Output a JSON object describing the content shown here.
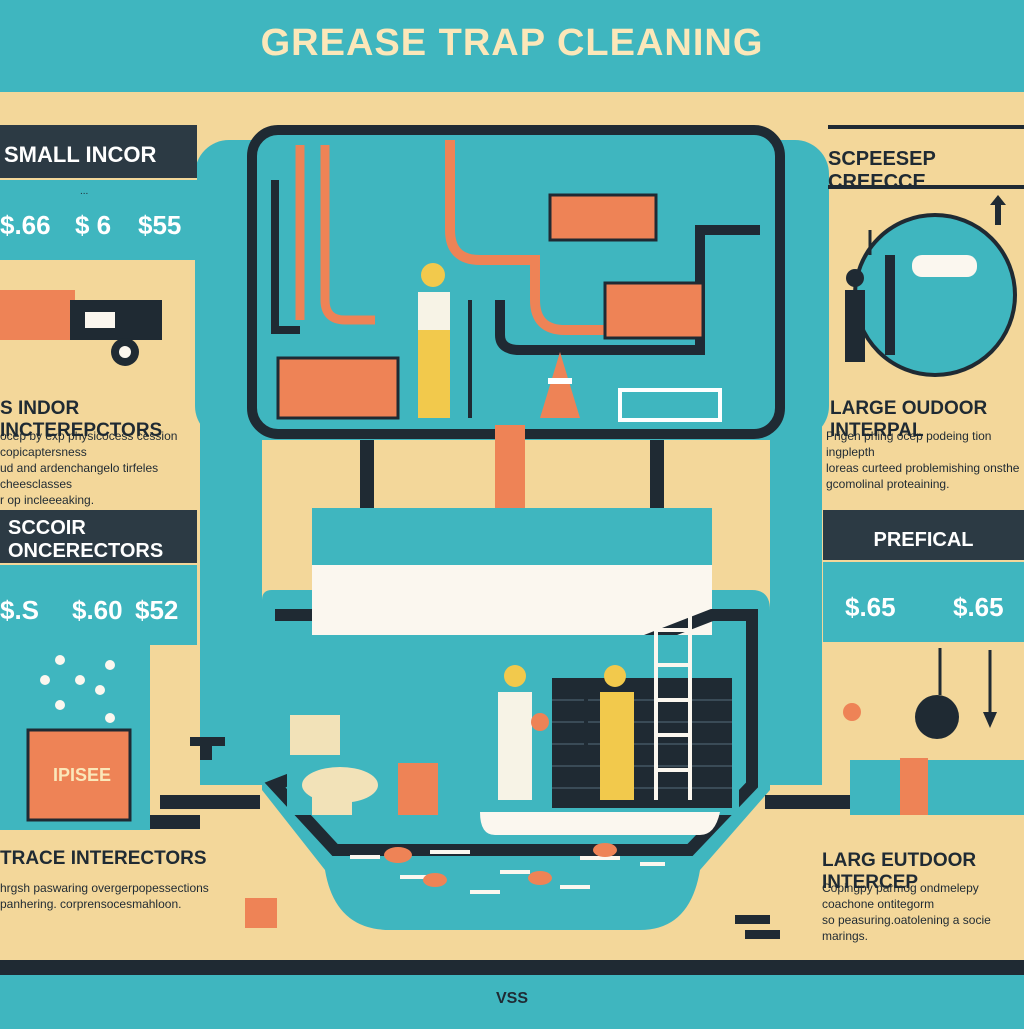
{
  "title": "GREASE TRAP CLEANING",
  "footer": "VSS",
  "left_top_card": {
    "header": "SMALL INCOR",
    "col1_caption": "...",
    "col2_caption": "...",
    "prices": [
      "$.66",
      "$ 6",
      "$55"
    ]
  },
  "left_section1": {
    "heading": "S INDOR INCTEREPCTORS",
    "lines": [
      "ocep by exp physicocess cession copicaptersness",
      "ud and ardenchangelo tirfeles cheesclasses",
      "r op incleeeaking."
    ]
  },
  "left_mid_card": {
    "header": "SCCOIR ONCERECTORS",
    "prices": [
      "$.S",
      "$.60",
      "$52"
    ]
  },
  "left_bin_label": "IPISEE",
  "left_section2": {
    "heading": "TRACE INTERECTORS",
    "lines": [
      "hrgsh paswaring overgerpopessections",
      "panhering. corprensocesmahloon."
    ]
  },
  "right_top": {
    "heading": "SCPEESEP CREECCE"
  },
  "right_section1": {
    "heading": "LARGE OUDOOR INTERPAL",
    "lines": [
      "Prigen phing ocep podeing tion ingplepth",
      "loreas curteed problemishing onsthe",
      "gcomolinal proteaining."
    ]
  },
  "right_card": {
    "header": "PREFICAL",
    "prices": [
      "$.65",
      "$.65"
    ]
  },
  "right_section2": {
    "heading": "LARG EUTDOOR INTERCEP",
    "lines": [
      "Copingpy parmog ondmelepy coachone ontitegorm",
      "so peasuring.oatolening a socie marings."
    ]
  },
  "colors": {
    "teal": "#3fb6bf",
    "sand": "#f3d79a",
    "dark": "#1f2a33",
    "orange": "#ee8356",
    "yellow": "#f2c94c"
  }
}
